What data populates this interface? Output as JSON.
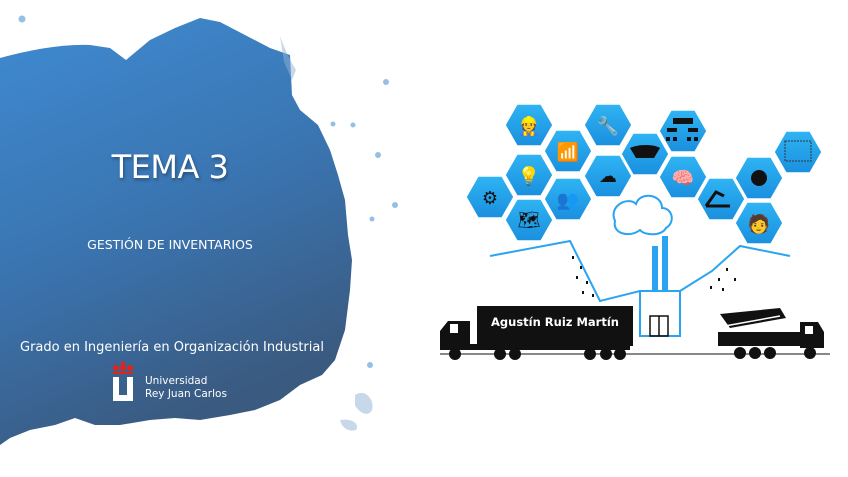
{
  "slide": {
    "title": "TEMA 3",
    "subtitle": "GESTIÓN DE INVENTARIOS",
    "degree": "Grado en Ingeniería en Organización Industrial",
    "university": {
      "line1": "Universidad",
      "line2": "Rey Juan Carlos",
      "logo_icon": "urjc-crown-u-logo"
    },
    "author": "Agustín Ruiz Martín",
    "colors": {
      "splash_top": "#3d88cf",
      "splash_bottom": "#3b5f87",
      "hex_blue": "#1fa3ec",
      "line_blue": "#2aa4f0",
      "logo_red": "#e2231a",
      "text": "#ffffff"
    },
    "illustration": {
      "hex_icons": [
        "worker-icon",
        "wrench-screwdriver-icon",
        "org-chart-icon",
        "wifi-icon",
        "handshake-icon",
        "lightbulb-icon",
        "cloud-icon",
        "head-gears-icon",
        "data-grid-icon",
        "gears-icon",
        "people-icon",
        "robot-arm-icon",
        "service-wrench-icon",
        "world-map-icon",
        "astronaut-icon"
      ],
      "scene": [
        "factory",
        "truck",
        "concrete-pump-truck",
        "buildings",
        "cloud-smoke"
      ]
    }
  }
}
